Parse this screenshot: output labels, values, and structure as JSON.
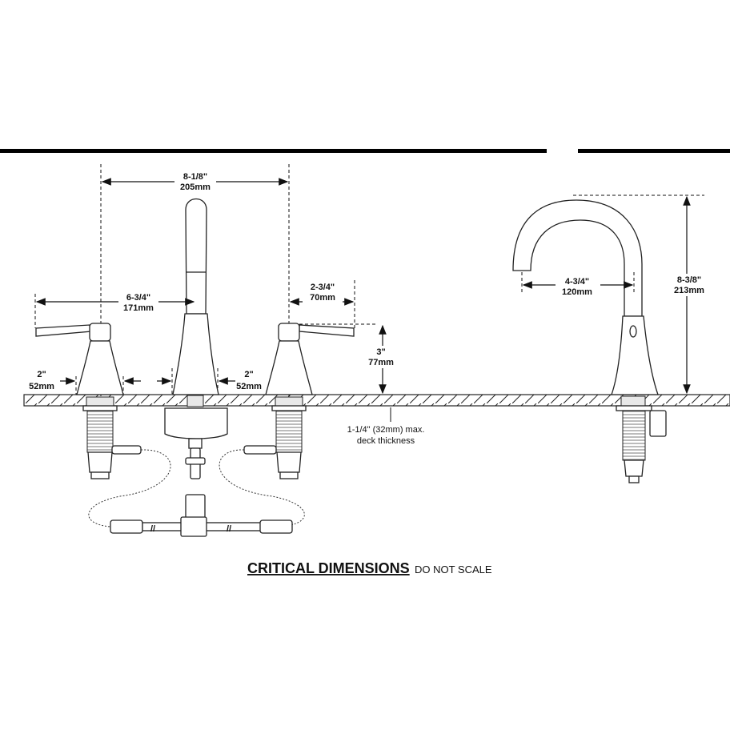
{
  "dimensions": {
    "spread": {
      "imperial": "8-1/8\"",
      "metric": "205mm"
    },
    "handle_to_spout": {
      "imperial": "6-3/4\"",
      "metric": "171mm"
    },
    "handle_reach": {
      "imperial": "2-3/4\"",
      "metric": "70mm"
    },
    "handle_height": {
      "imperial": "3\"",
      "metric": "77mm"
    },
    "base_left": {
      "imperial": "2\"",
      "metric": "52mm"
    },
    "base_right": {
      "imperial": "2\"",
      "metric": "52mm"
    },
    "spout_reach": {
      "imperial": "4-3/4\"",
      "metric": "120mm"
    },
    "spout_height": {
      "imperial": "8-3/8\"",
      "metric": "213mm"
    }
  },
  "deck_note": {
    "line1": "1-1/4\" (32mm) max.",
    "line2": "deck thickness"
  },
  "footer": {
    "bold": "CRITICAL DIMENSIONS",
    "light": "DO NOT SCALE"
  }
}
